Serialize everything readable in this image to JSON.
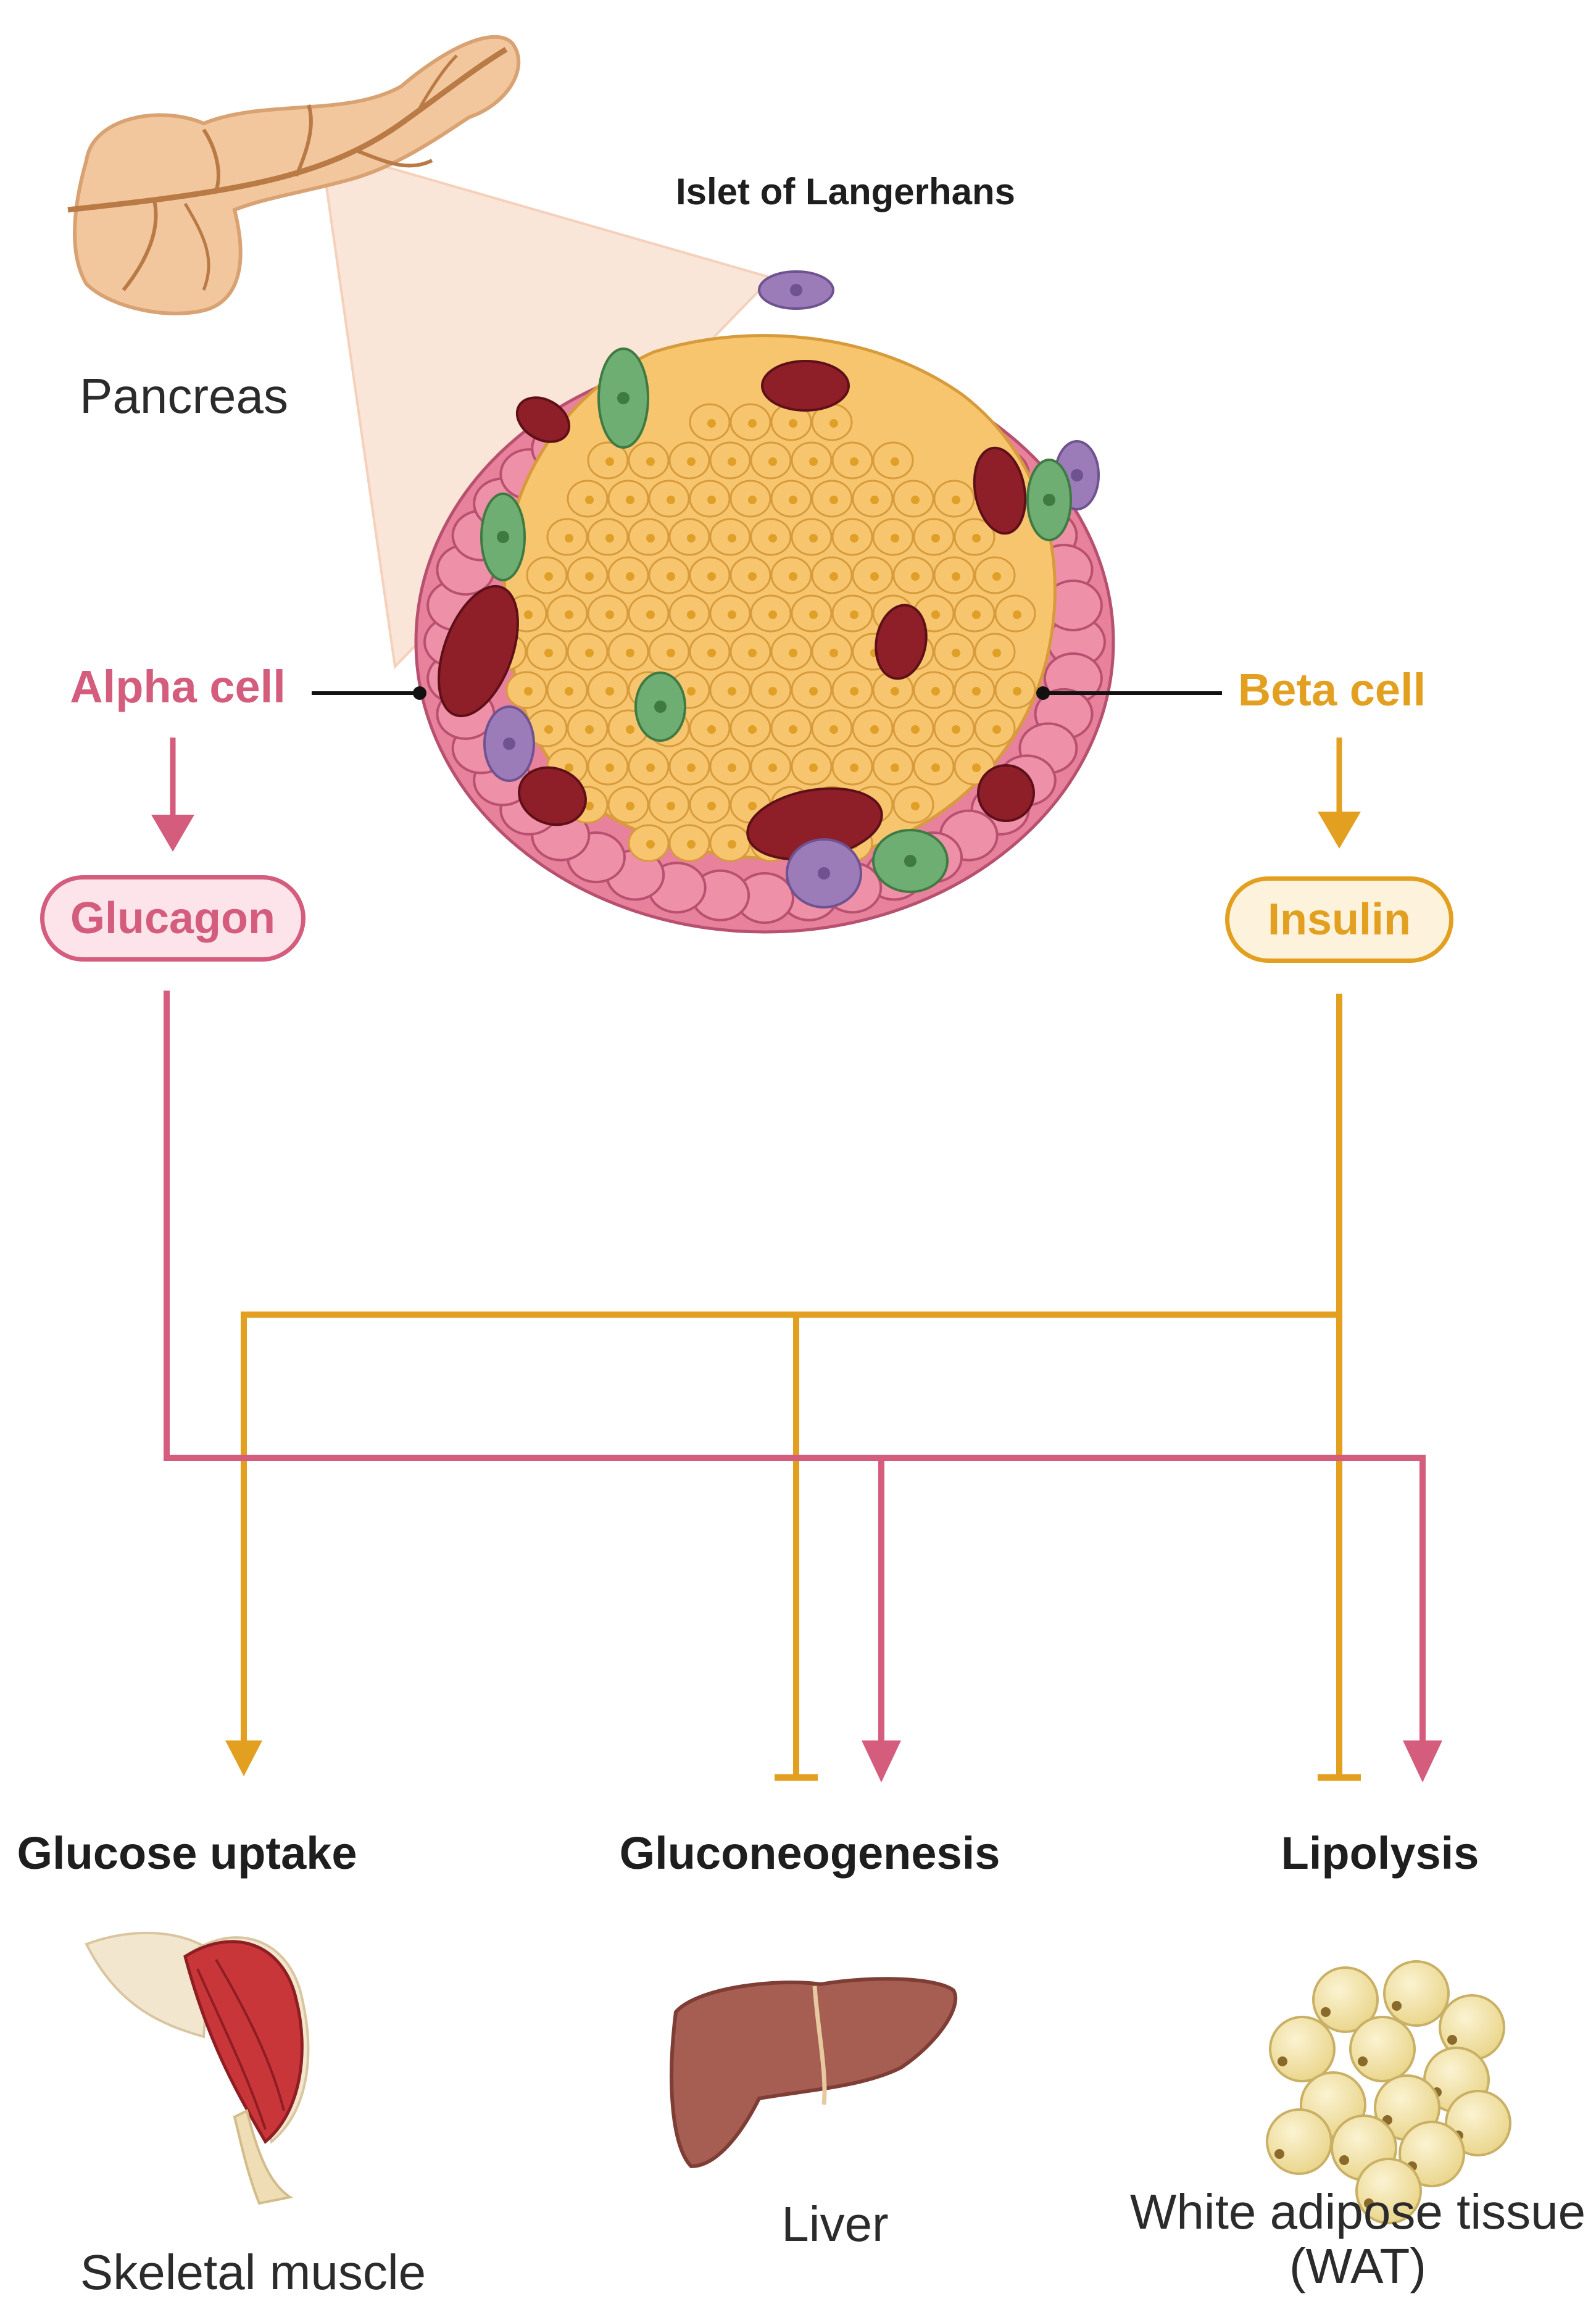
{
  "title": "Islet of Langerhans",
  "organ": "Pancreas",
  "colors": {
    "alpha": "#D45D7E",
    "beta": "#E3A020",
    "alpha_fill": "#FCE4EA",
    "beta_fill": "#FDF3DC",
    "delta_cell": "#9B7BB8",
    "pp_cell": "#6FAE72",
    "capillary": "#8E1E28"
  },
  "alpha": {
    "label": "Alpha cell",
    "hormone": "Glucagon"
  },
  "beta": {
    "label": "Beta cell",
    "hormone": "Insulin"
  },
  "targets": {
    "glucose_uptake": {
      "process": "Glucose uptake",
      "tissue": "Skeletal muscle"
    },
    "gluconeogenesis": {
      "process": "Gluconeogenesis",
      "tissue": "Liver"
    },
    "lipolysis": {
      "process": "Lipolysis",
      "tissue_line1": "White adipose tissue",
      "tissue_line2": "(WAT)"
    }
  },
  "relations": [
    {
      "from": "Insulin",
      "to": "Glucose uptake",
      "effect": "stimulates"
    },
    {
      "from": "Insulin",
      "to": "Gluconeogenesis",
      "effect": "inhibits"
    },
    {
      "from": "Insulin",
      "to": "Lipolysis",
      "effect": "inhibits"
    },
    {
      "from": "Glucagon",
      "to": "Gluconeogenesis",
      "effect": "stimulates"
    },
    {
      "from": "Glucagon",
      "to": "Lipolysis",
      "effect": "stimulates"
    }
  ]
}
